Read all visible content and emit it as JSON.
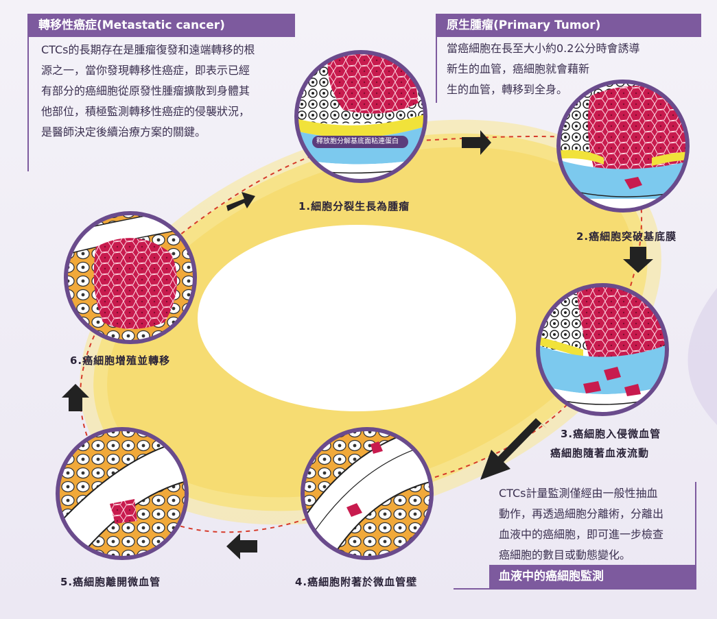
{
  "metastatic_box": {
    "title": "轉移性癌症(Metastatic cancer)",
    "lines": [
      "CTCs的長期存在是腫瘤復發和遠端轉移的根",
      "源之一，當你發現轉移性癌症，即表示已經",
      "有部分的癌細胞從原發性腫瘤擴散到身體其",
      "他部位，積極監測轉移性癌症的侵襲狀況，",
      "是醫師決定後續治療方案的關鍵。"
    ]
  },
  "primary_box": {
    "title": "原生腫瘤(Primary Tumor)",
    "lines": [
      "當癌細胞在長至大小約0.2公分時會誘導",
      "新生的血管，癌細胞就會藉新",
      "生的血管，轉移到全身。"
    ]
  },
  "blood_box": {
    "title": "血液中的癌細胞監測",
    "lines": [
      "CTCs計量監測僅經由一般性抽血",
      "動作，再透過細胞分離術，分離出",
      "血液中的癌細胞，即可進一步檢查",
      "癌細胞的數目或動態變化。"
    ]
  },
  "circle1_caption": "釋放胞分解基底面粘連蛋白",
  "steps": {
    "s1": "1.細胞分裂生長為腫瘤",
    "s2": "2.癌細胞突破基底膜",
    "s3a": "3.癌細胞入侵微血管",
    "s3b": "癌細胞隨著血液流動",
    "s4": "4.癌細胞附著於微血管壁",
    "s5": "5.癌細胞離開微血管",
    "s6": "6.癌細胞增殖並轉移"
  },
  "colors": {
    "purple": "#7d5a9e",
    "ring_yellow": "#f6dc72",
    "tumor_red": "#c81b4e",
    "membrane_yellow": "#f1e23a",
    "fluid_blue": "#7cc9ee",
    "tissue_orange": "#f1a93a",
    "dash_red": "#d63a2a"
  },
  "icons": [
    "tumor-cell-cluster",
    "normal-cells",
    "blood-vessel",
    "arrow"
  ]
}
